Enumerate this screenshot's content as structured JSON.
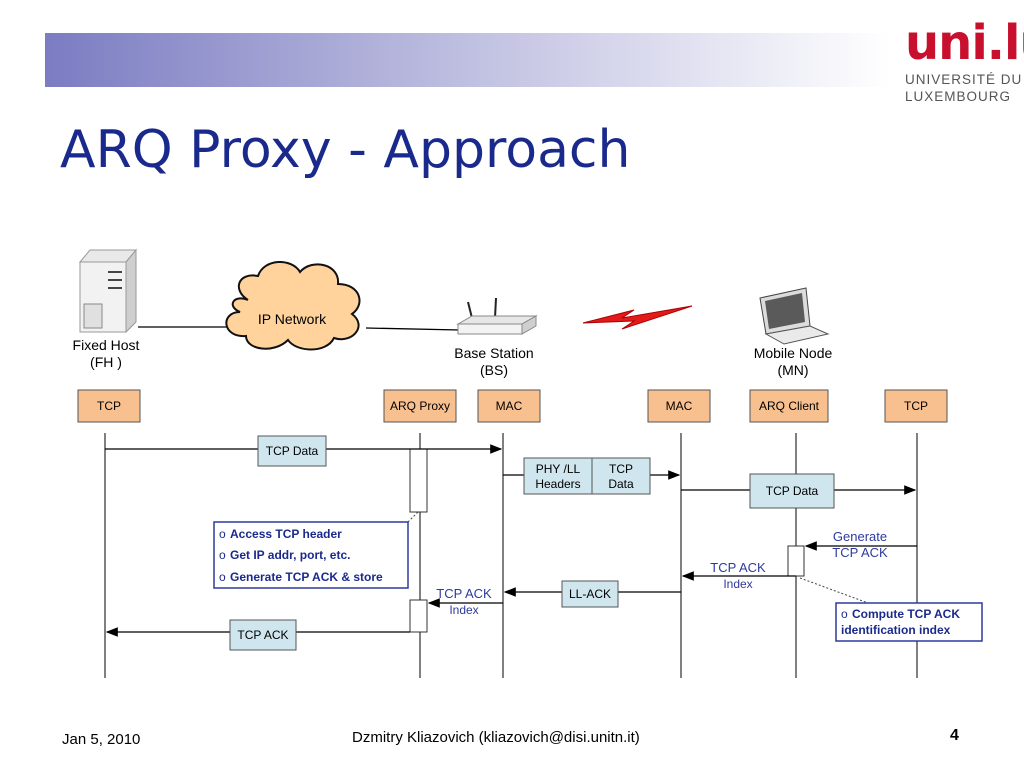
{
  "slide": {
    "title": "ARQ Proxy - Approach",
    "logo": {
      "mark": "uni.lu",
      "line1": "UNIVERSITÉ DU",
      "line2": "LUXEMBOURG"
    },
    "footer": {
      "date": "Jan 5, 2010",
      "author": "Dzmitry Kliazovich (kliazovich@disi.unitn.it)",
      "page": "4"
    }
  },
  "nodes": {
    "fixed_host": [
      "Fixed Host",
      "(FH )"
    ],
    "ip_network": "IP Network",
    "base_station": [
      "Base Station",
      "(BS)"
    ],
    "mobile_node": [
      "Mobile Node",
      "(MN)"
    ]
  },
  "layers": {
    "tcp_fh": "TCP",
    "arq_proxy": "ARQ  Proxy",
    "mac_bs": "MAC",
    "mac_mn": "MAC",
    "arq_client": "ARQ  Client",
    "tcp_mn": "TCP"
  },
  "messages": {
    "tcp_data_1": "TCP Data",
    "phy_ll_headers": [
      "PHY /LL",
      "Headers"
    ],
    "tcp_data_2": [
      "TCP",
      "Data"
    ],
    "tcp_data_3": "TCP Data",
    "ll_ack": "LL-ACK",
    "tcp_ack": "TCP  ACK",
    "generate_tcp_ack": [
      "Generate",
      "TCP ACK"
    ],
    "tcp_ack_index_mn": [
      "TCP ACK",
      "Index"
    ],
    "tcp_ack_index_bs": [
      "TCP ACK",
      "Index"
    ]
  },
  "notes": {
    "proxy_actions": {
      "bullet": "o",
      "items": [
        "Access TCP header",
        "Get IP addr, port, etc.",
        "Generate TCP ACK & store"
      ]
    },
    "client_action": {
      "bullet": "o",
      "lines": [
        "Compute TCP ACK",
        "identification index"
      ]
    }
  },
  "colors": {
    "title": "#1a2a8c",
    "layer_box": "#f9c08f",
    "message_box": "#cfe6ee",
    "note_border": "#2e3a9e",
    "note_text": "#1a2a8c",
    "label_blue": "#2e3a9e",
    "lightning": "#e11b1b",
    "logo": "#c8102e"
  }
}
